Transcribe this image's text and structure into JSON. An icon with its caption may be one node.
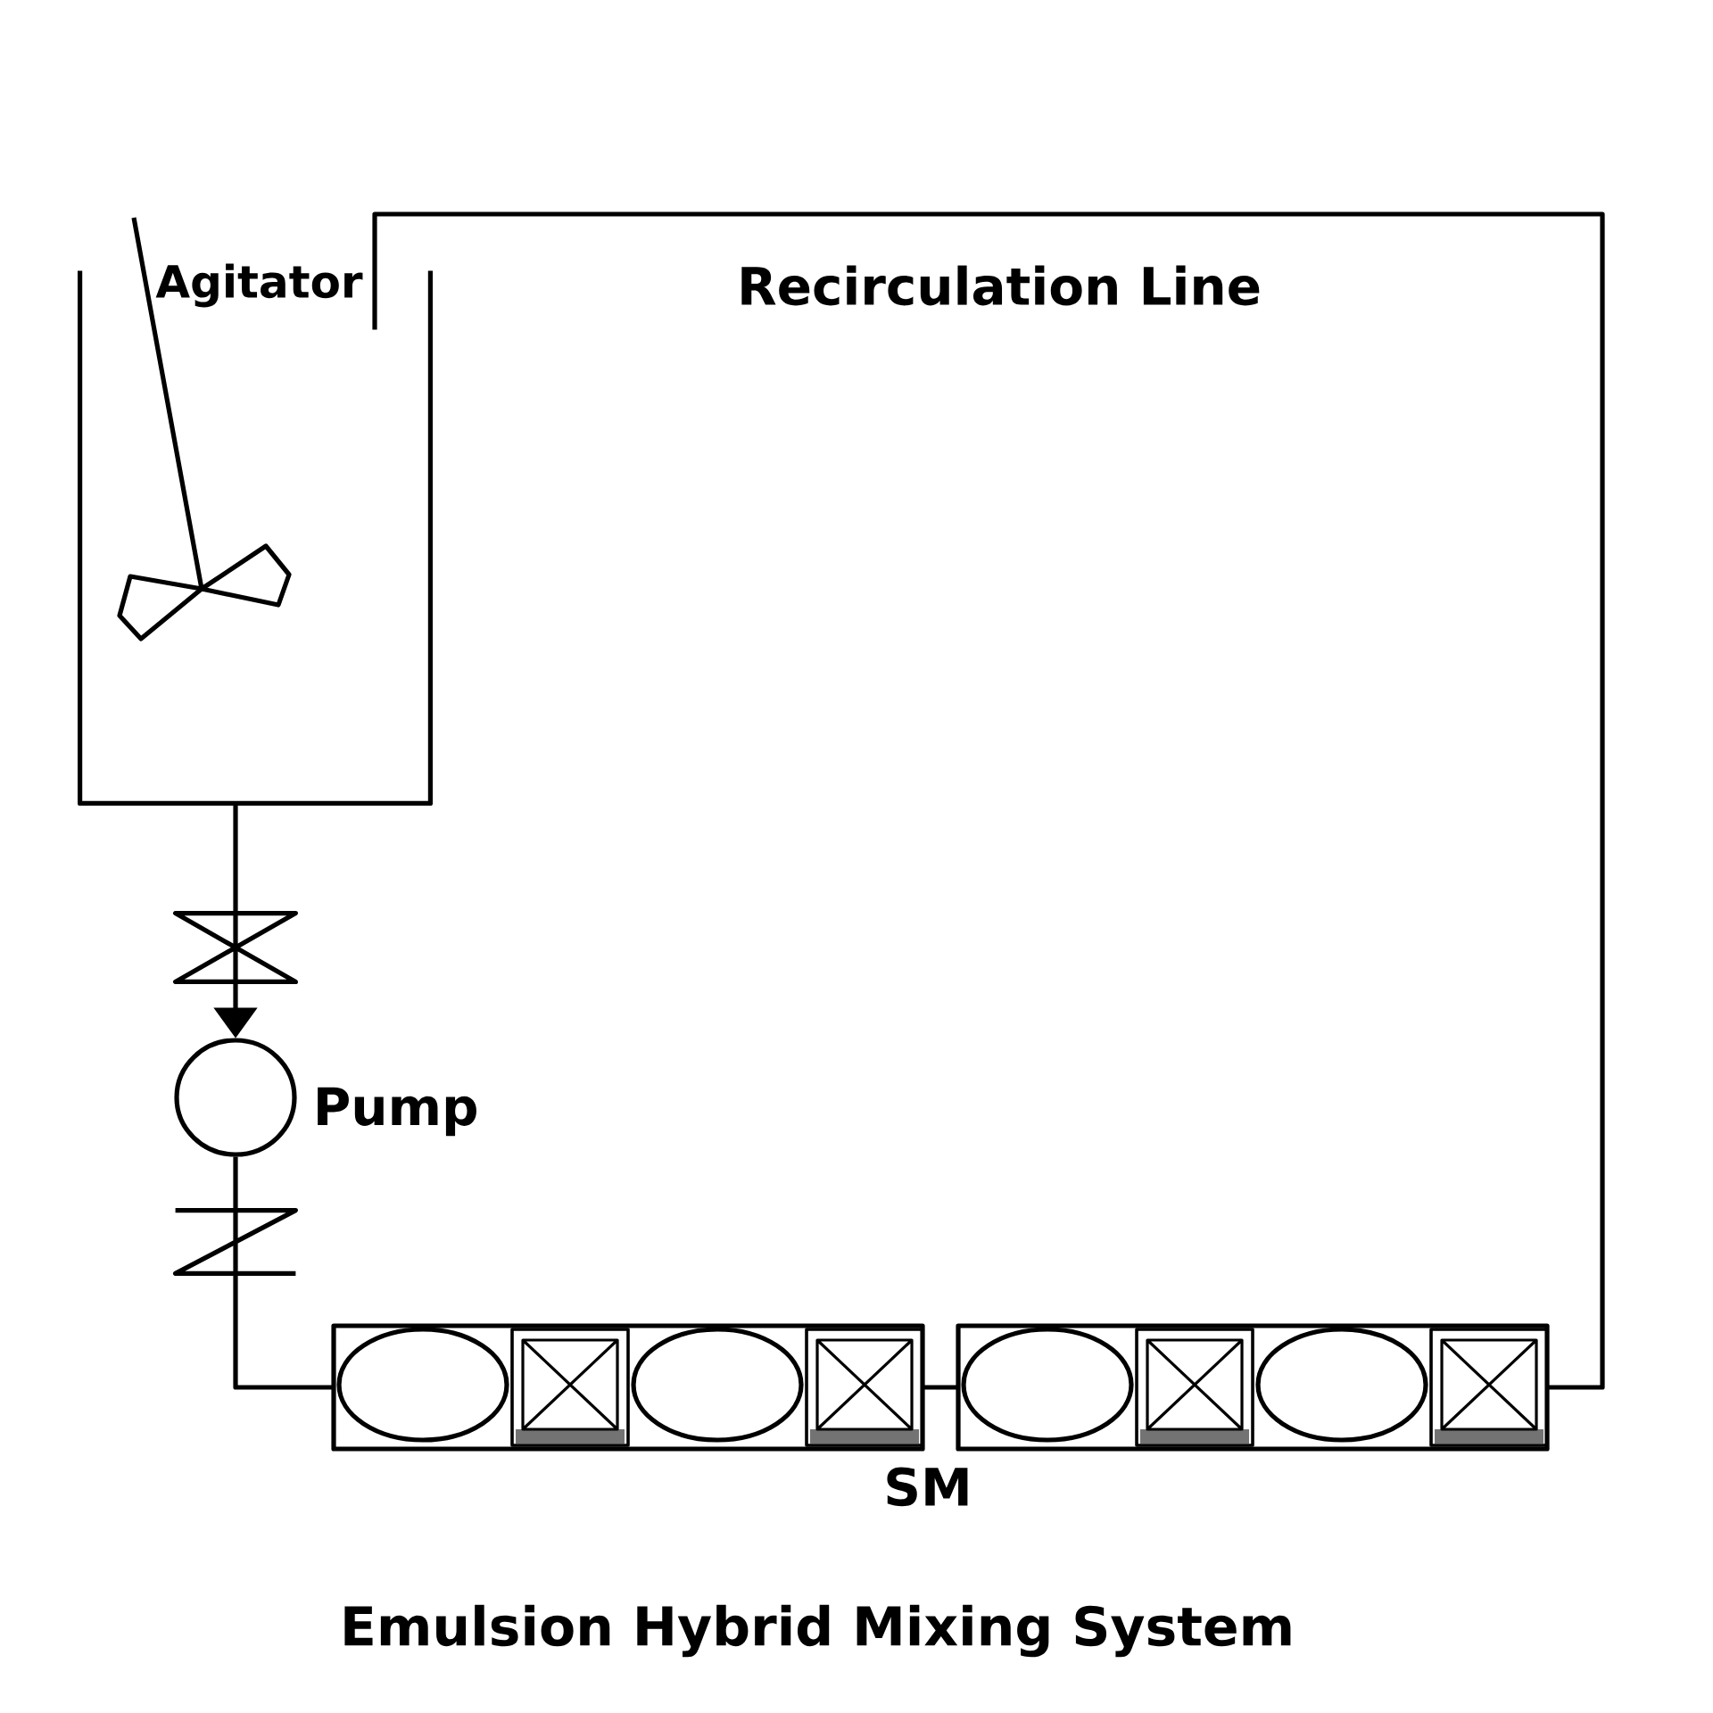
{
  "diagram": {
    "caption": "Emulsion Hybrid Mixing System",
    "nodes": [
      {
        "text": [],
        "shape": "tank"
      },
      {
        "text": [],
        "shape": "bowtie"
      },
      {
        "text": [],
        "shape": "circle",
        "beside": [
          "Pump"
        ]
      },
      {
        "text": [],
        "shape": "zigzag"
      },
      {
        "text": [],
        "shape": "picture",
        "beside": [
          "SM"
        ]
      }
    ],
    "edges": [
      {
        "from": 0,
        "to": 1,
        "arrow": "none"
      },
      {
        "from": 1,
        "to": 2,
        "arrow": "to"
      },
      {
        "from": 2,
        "to": 3,
        "arrow": "none"
      },
      {
        "from": 3,
        "to": 4,
        "arrow": "none"
      },
      {
        "from": 4,
        "to": 0,
        "arrow": "none",
        "label": "Recirculation Line"
      }
    ],
    "labels": [
      "Agitator"
    ]
  }
}
